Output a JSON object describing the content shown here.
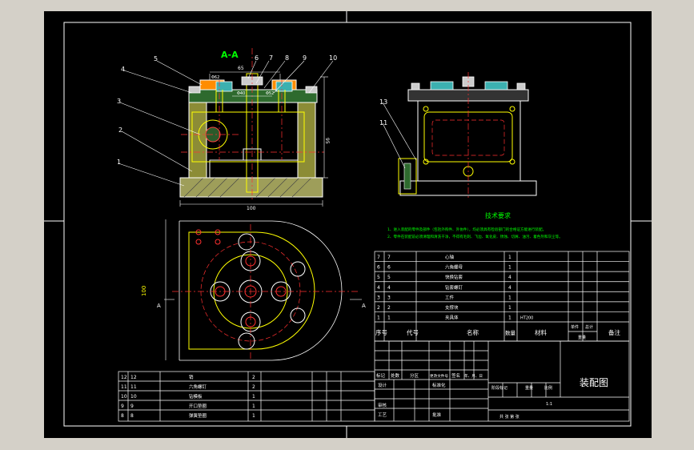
{
  "section_label": "A-A",
  "balloons": [
    "5",
    "4",
    "3",
    "2",
    "1",
    "6",
    "7",
    "8",
    "9",
    "10",
    "13",
    "11"
  ],
  "dims": {
    "width": "100",
    "height": "95",
    "height2": "100",
    "dim_a": "65",
    "dim_b": "Φ62",
    "dim_c": "Φ40",
    "dim_d": "Φ52"
  },
  "section_marker": "A",
  "tech_req": {
    "title": "技术要求",
    "line1": "1、进入装配的零件及部件（包括外购件、外协件），均必须具有检验部门的合格证方能进行装配。",
    "line2": "2、零件在装配前必须清理和清洗干净，不得有毛刺、飞边、氧化皮、锈蚀、切屑、油污、着色剂和灰尘等。"
  },
  "bom_right": [
    {
      "no": "7",
      "code": "7",
      "name": "心轴",
      "qty": "1",
      "mat": ""
    },
    {
      "no": "6",
      "code": "6",
      "name": "六角螺母",
      "qty": "1",
      "mat": ""
    },
    {
      "no": "5",
      "code": "5",
      "name": "快换钻套",
      "qty": "4",
      "mat": ""
    },
    {
      "no": "4",
      "code": "4",
      "name": "钻套螺钉",
      "qty": "4",
      "mat": ""
    },
    {
      "no": "3",
      "code": "3",
      "name": "工件",
      "qty": "1",
      "mat": ""
    },
    {
      "no": "2",
      "code": "2",
      "name": "支撑块",
      "qty": "1",
      "mat": ""
    },
    {
      "no": "1",
      "code": "1",
      "name": "夹具体",
      "qty": "1",
      "mat": "HT200"
    }
  ],
  "bom_header": {
    "no": "序号",
    "code": "代号",
    "name": "名称",
    "qty": "数量",
    "mat": "材料",
    "single": "单件",
    "total": "总计",
    "weight": "重量",
    "note": "备注"
  },
  "bom_left": [
    {
      "no": "12",
      "code": "12",
      "name": "销",
      "qty": "2"
    },
    {
      "no": "11",
      "code": "11",
      "name": "六角螺钉",
      "qty": "2"
    },
    {
      "no": "10",
      "code": "10",
      "name": "钻模板",
      "qty": "1"
    },
    {
      "no": "9",
      "code": "9",
      "name": "开口垫圈",
      "qty": "1"
    },
    {
      "no": "8",
      "code": "8",
      "name": "弹簧垫圈",
      "qty": "1"
    }
  ],
  "title_block": {
    "drawing_title": "装配图",
    "mark": "标记",
    "count": "处数",
    "zone": "分区",
    "change_doc": "更改文件号",
    "sign": "签名",
    "date": "年、月、日",
    "design": "设计",
    "standard": "标准化",
    "review": "审核",
    "process": "工艺",
    "approve": "批准",
    "stage": "阶段标记",
    "weight": "重量",
    "scale": "比例",
    "scale_val": "1:1",
    "sheets": "共 张 第 张"
  }
}
